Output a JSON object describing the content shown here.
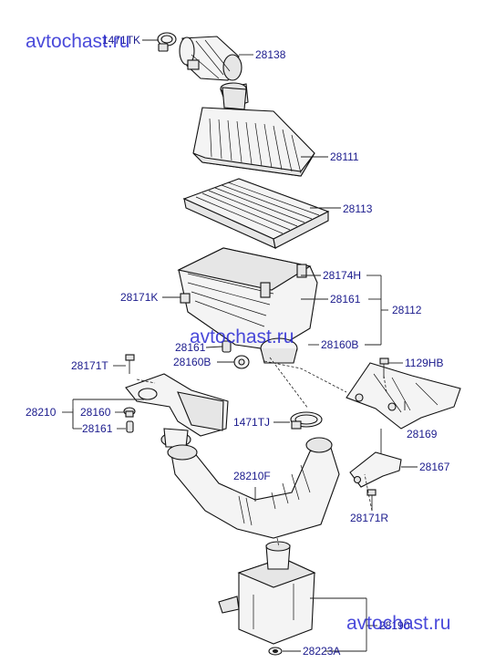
{
  "watermark": "avtochast.ru",
  "labels": {
    "p1471tk": "1471TK",
    "p28138": "28138",
    "p28111": "28111",
    "p28113": "28113",
    "p28174h": "28174H",
    "p28161a": "28161",
    "p28112": "28112",
    "p28160b_r": "28160B",
    "p28171k": "28171K",
    "p28161b": "28161",
    "p28160b_l": "28160B",
    "p28171t": "28171T",
    "p28210": "28210",
    "p28160": "28160",
    "p28161c": "28161",
    "p1129hb": "1129HB",
    "p28169": "28169",
    "p1471tj": "1471TJ",
    "p28210f": "28210F",
    "p28167": "28167",
    "p28171r": "28171R",
    "p28190": "28190",
    "p28223a": "28223A"
  }
}
